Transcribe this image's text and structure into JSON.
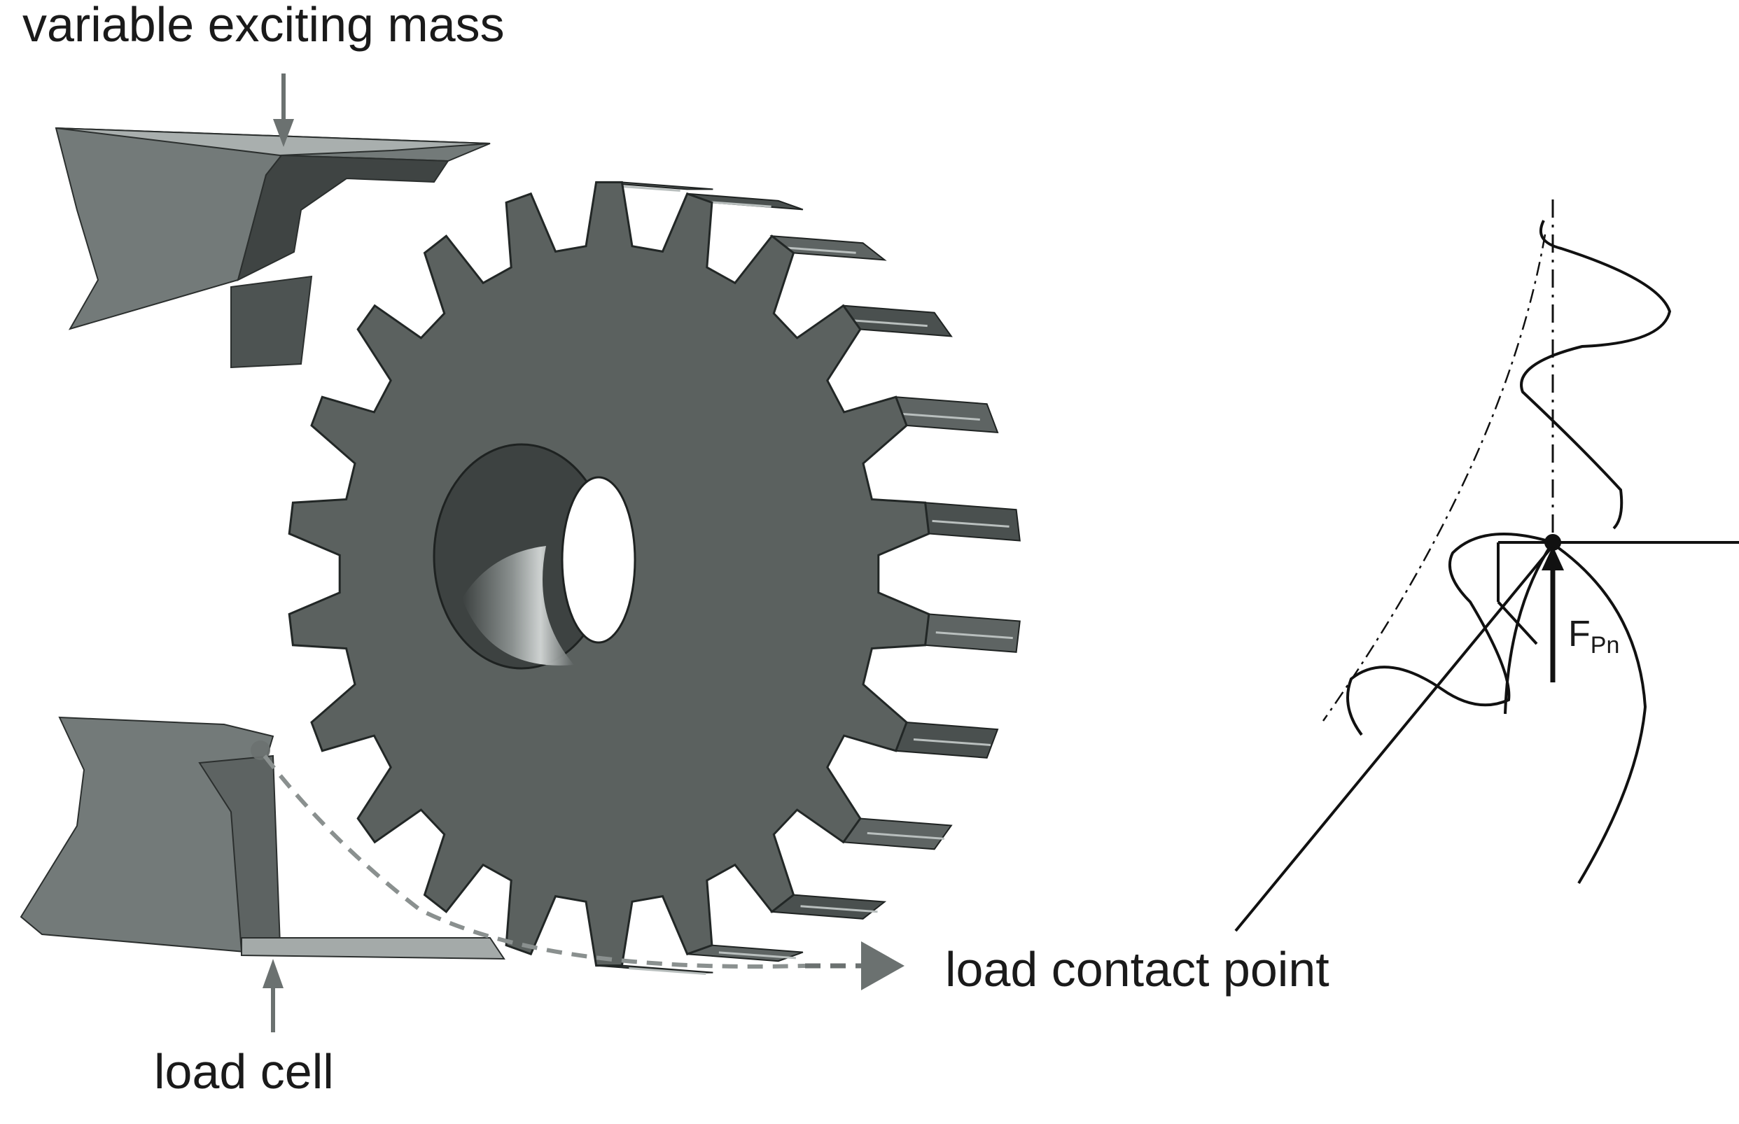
{
  "labels": {
    "exciting_mass": "variable exciting mass",
    "load_cell": "load cell",
    "contact_point": "load contact point",
    "force_main": "F",
    "force_sub": "Pn"
  },
  "gear": {
    "teeth_visible": 22,
    "color_face": "#5b615f",
    "color_side": "#3f4443",
    "color_light": "#9aa09e"
  },
  "colors": {
    "annotation_gray": "#6b7170",
    "line_black": "#111111"
  },
  "icons": {
    "mass_arrow": "arrow-down-icon",
    "cell_arrow": "arrow-up-icon",
    "contact_arrow": "arrow-right-icon",
    "force_arrow": "arrow-up-icon"
  }
}
